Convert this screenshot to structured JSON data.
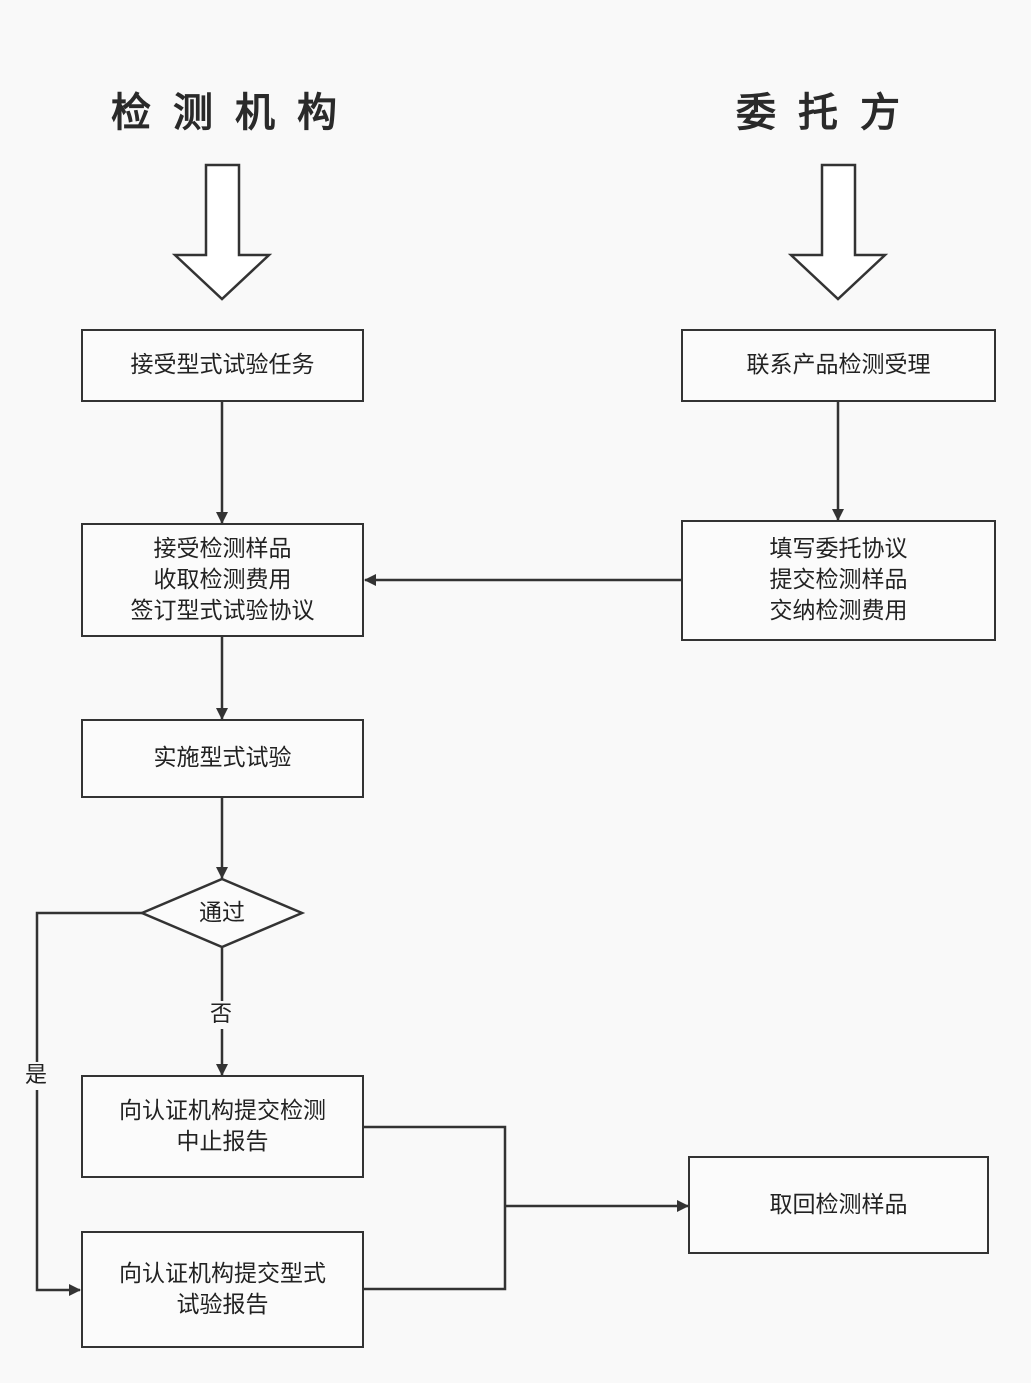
{
  "headings": {
    "left": "检测机构",
    "right": "委托方"
  },
  "nodes": {
    "accept_task": {
      "lines": [
        "接受型式试验任务"
      ]
    },
    "contact": {
      "lines": [
        "联系产品检测受理"
      ]
    },
    "receive": {
      "lines": [
        "接受检测样品",
        "收取检测费用",
        "签订型式试验协议"
      ]
    },
    "fill": {
      "lines": [
        "填写委托协议",
        "提交检测样品",
        "交纳检测费用"
      ]
    },
    "implement": {
      "lines": [
        "实施型式试验"
      ]
    },
    "decision": {
      "label": "通过"
    },
    "stop_report": {
      "lines": [
        "向认证机构提交检测",
        "中止报告"
      ]
    },
    "type_report": {
      "lines": [
        "向认证机构提交型式",
        "试验报告"
      ]
    },
    "retrieve": {
      "lines": [
        "取回检测样品"
      ]
    }
  },
  "edge_labels": {
    "no": "否",
    "yes": "是"
  },
  "colors": {
    "stroke": "#333333",
    "background": "#f9f9f9",
    "text": "#222222"
  }
}
